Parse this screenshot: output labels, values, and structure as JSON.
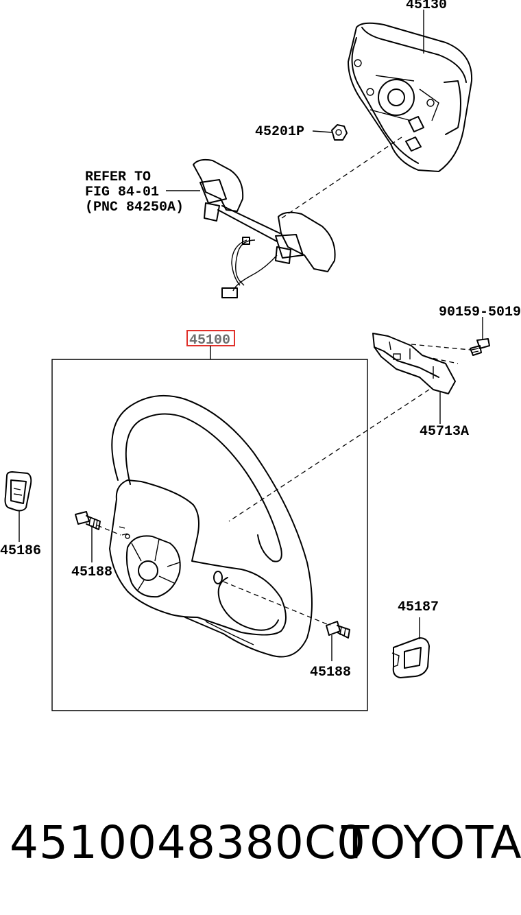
{
  "diagram": {
    "callouts": {
      "c45130": "45130",
      "c45201p": "45201P",
      "refer_line1": "REFER TO",
      "refer_line2": "FIG 84-01",
      "refer_line3": "(PNC 84250A)",
      "c90159": "90159-5019",
      "c45100": "45100",
      "c45713a": "45713A",
      "c45186": "45186",
      "c45188_left": "45188",
      "c45187": "45187",
      "c45188_right": "45188"
    },
    "highlight_color": "#e0302a"
  },
  "footer": {
    "part_number": "4510048380C0",
    "brand": "TOYOTA"
  }
}
